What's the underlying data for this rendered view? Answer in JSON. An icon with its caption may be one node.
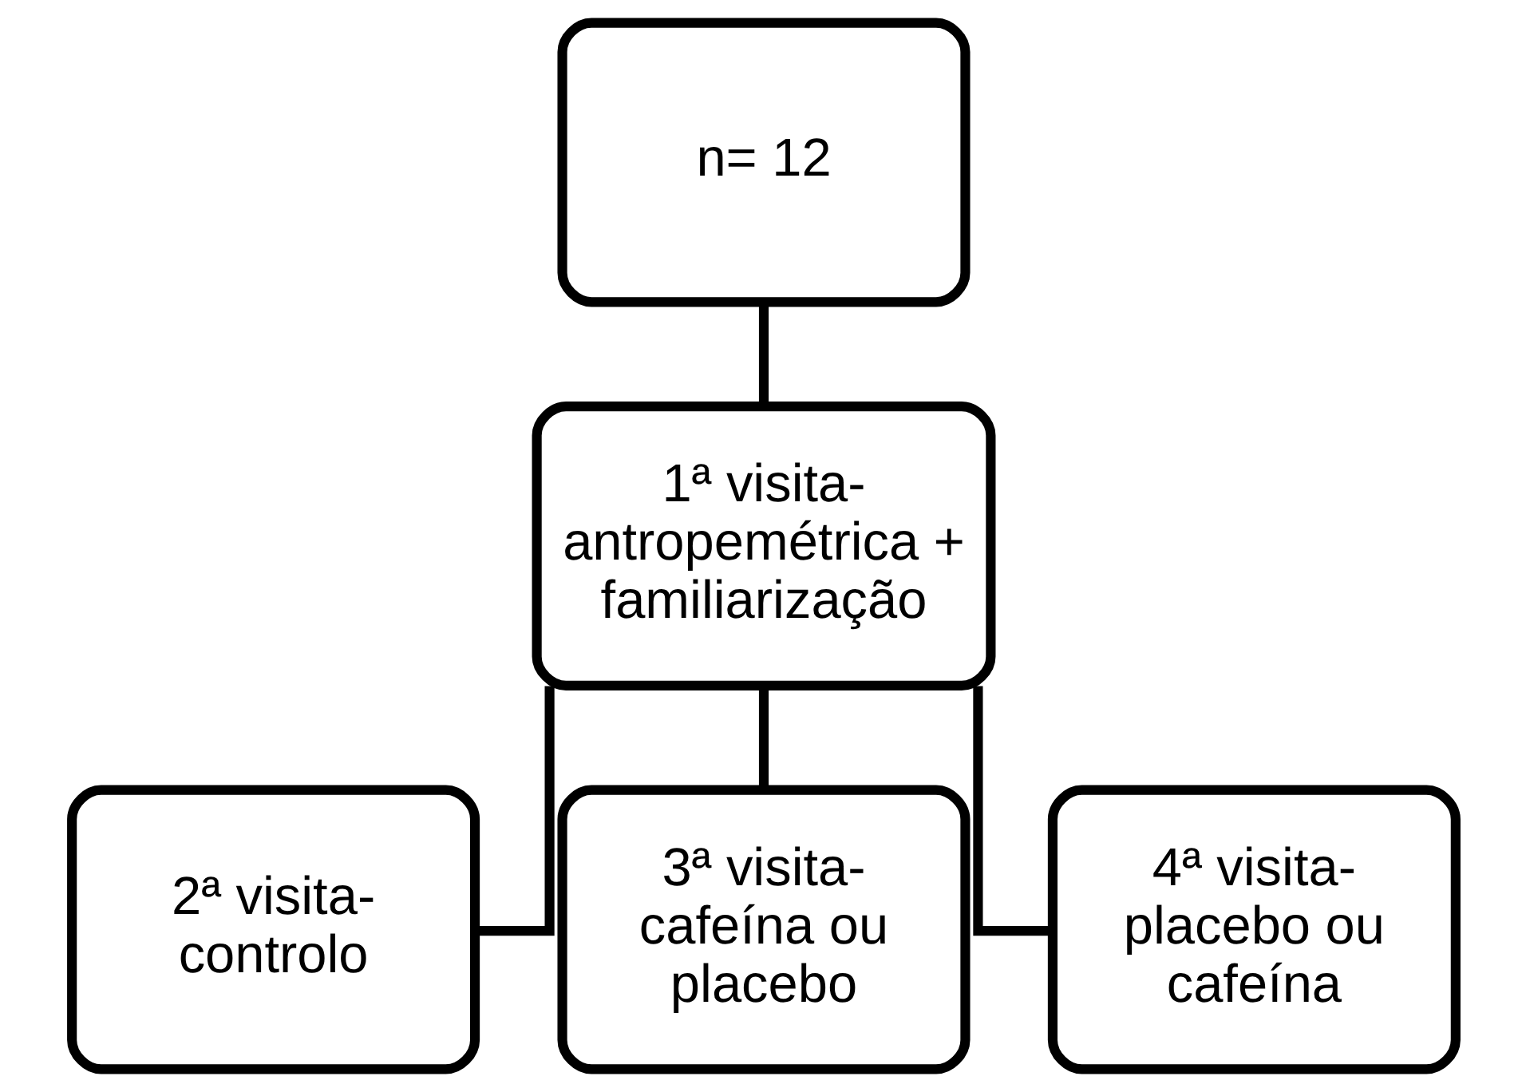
{
  "diagram": {
    "nodes": [
      {
        "text": [
          "n= 12"
        ]
      },
      {
        "text": [
          "1ª visita- antropemétrica + familiarização"
        ]
      },
      {
        "text": [
          "2ª visita- controlo"
        ]
      },
      {
        "text": [
          "3ª visita- cafeína ou placebo"
        ]
      },
      {
        "text": [
          "4ª visita- placebo ou cafeína"
        ]
      }
    ],
    "edges": [
      {
        "from": 0,
        "to": 1,
        "arrow": "none"
      },
      {
        "from": 1,
        "to": 2,
        "arrow": "none"
      },
      {
        "from": 1,
        "to": 3,
        "arrow": "none"
      },
      {
        "from": 1,
        "to": 4,
        "arrow": "none"
      }
    ]
  }
}
